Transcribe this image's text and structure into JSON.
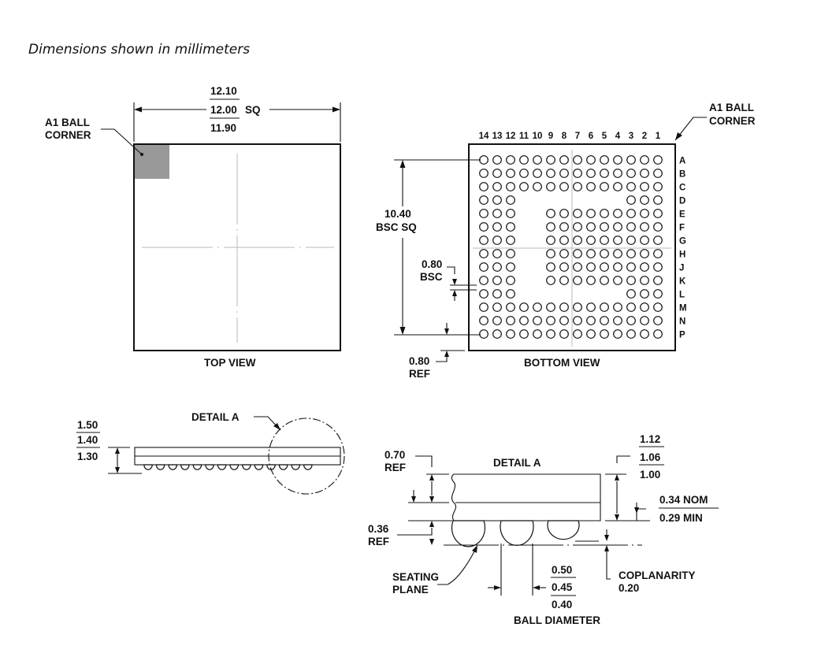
{
  "caption": "Dimensions shown in millimeters",
  "top_view": {
    "width_max": "12.10",
    "width_nom": "12.00",
    "width_sq": "SQ",
    "width_min": "11.90",
    "a1_line1": "A1 BALL",
    "a1_line2": "CORNER",
    "title": "TOP VIEW",
    "a1_marker_color": "#999999"
  },
  "bottom_view": {
    "a1_line1": "A1 BALL",
    "a1_line2": "CORNER",
    "columns": [
      "14",
      "13",
      "12",
      "11",
      "10",
      "9",
      "8",
      "7",
      "6",
      "5",
      "4",
      "3",
      "2",
      "1"
    ],
    "rows": [
      "A",
      "B",
      "C",
      "D",
      "E",
      "F",
      "G",
      "H",
      "J",
      "K",
      "L",
      "M",
      "N",
      "P"
    ],
    "ball_map": [
      "11111111111111",
      "11111111111111",
      "11111111111111",
      "11100000000111",
      "11100111111111",
      "11100111111111",
      "11100111111111",
      "11100111111111",
      "11100111111111",
      "11100111111111",
      "11100000000111",
      "11111111111111",
      "11111111111111",
      "11111111111111"
    ],
    "span_value": "10.40",
    "span_label": "BSC SQ",
    "pitch_value": "0.80",
    "pitch_label": "BSC",
    "edge_value": "0.80",
    "edge_label": "REF",
    "title": "BOTTOM VIEW"
  },
  "side_view": {
    "h_max": "1.50",
    "h_nom": "1.40",
    "h_min": "1.30",
    "detail_label": "DETAIL A"
  },
  "detail": {
    "title": "DETAIL  A",
    "body_value": "0.70",
    "body_label": "REF",
    "standoff_value": "0.36",
    "standoff_label": "REF",
    "t_max": "1.12",
    "t_nom": "1.06",
    "t_min": "1.00",
    "sub_nom": "0.34 NOM",
    "sub_min": "0.29 MIN",
    "seat_line1": "SEATING",
    "seat_line2": "PLANE",
    "ball_max": "0.50",
    "ball_nom": "0.45",
    "ball_min": "0.40",
    "ball_label": "BALL DIAMETER",
    "copl_label": "COPLANARITY",
    "copl_value": "0.20"
  }
}
